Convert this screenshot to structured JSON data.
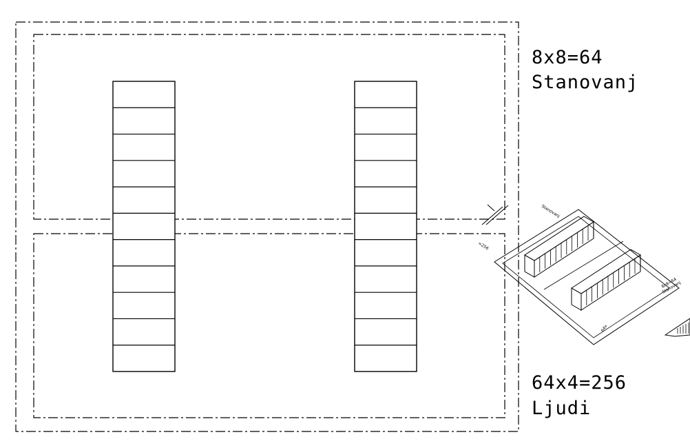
{
  "labels": {
    "units_formula": "8x8=64",
    "units_word": "Stanovanj",
    "people_formula": "64x4=256",
    "people_word": "Ljudi"
  },
  "plan": {
    "block_count": 2,
    "floors_per_block": 11
  },
  "iso_thumbnail": {
    "label_a": "Stanovanj",
    "label_b": "8x8=64",
    "label_c": "Stanovanj",
    "label_d": "=256",
    "label_e": "64x"
  },
  "colors": {
    "line": "#000000",
    "background": "#ffffff"
  }
}
